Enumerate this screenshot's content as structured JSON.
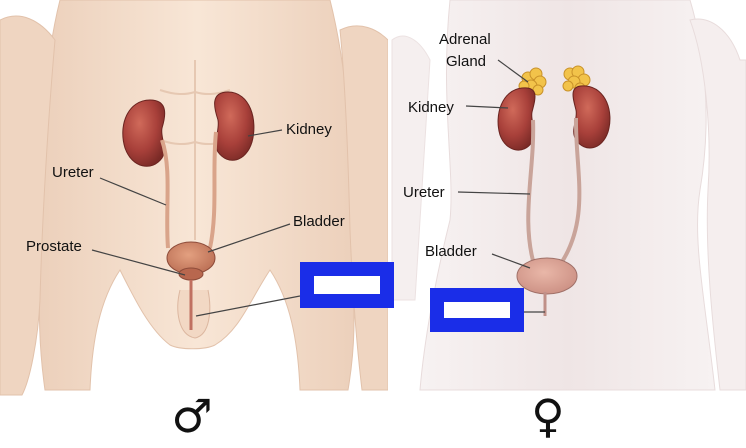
{
  "male": {
    "labels": {
      "kidney": "Kidney",
      "ureter": "Ureter",
      "bladder": "Bladder",
      "prostate": "Prostate"
    },
    "symbol": "♂"
  },
  "female": {
    "labels": {
      "adrenal_line1": "Adrenal",
      "adrenal_line2": "Gland",
      "kidney": "Kidney",
      "ureter": "Ureter",
      "bladder": "Bladder"
    },
    "symbol": "♀"
  },
  "colors": {
    "skin": "#f5ddc8",
    "skin_female": "#f3ecec",
    "kidney": "#a8403a",
    "adrenal": "#f2c34a",
    "bladder": "#c9826a",
    "redaction_border": "#1a2de8"
  }
}
